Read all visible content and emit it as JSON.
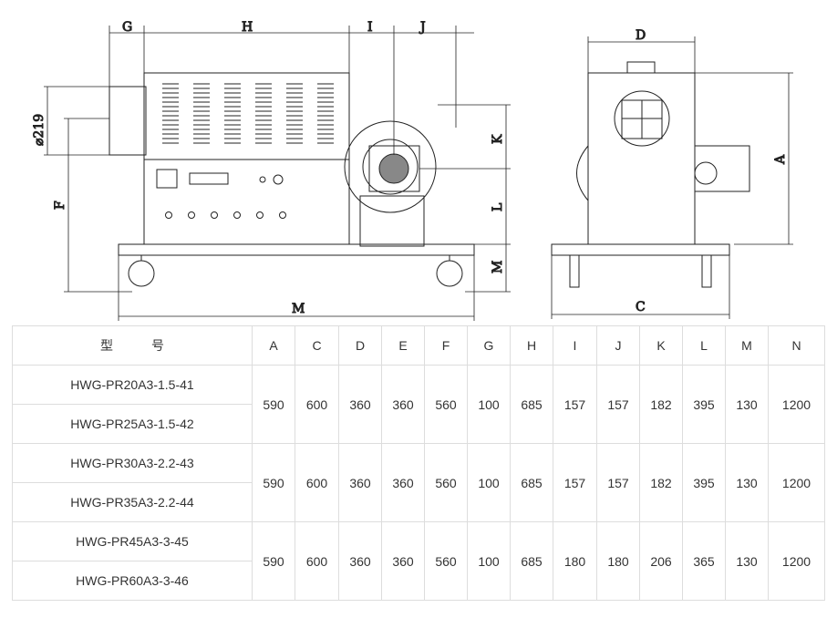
{
  "labels": {
    "G": "G",
    "H": "H",
    "I": "I",
    "J": "J",
    "K": "K",
    "L": "L",
    "M_side": "M",
    "F": "F",
    "dia": "⌀219",
    "M_bottom": "M",
    "D": "D",
    "A": "A",
    "C": "C"
  },
  "table": {
    "headers": [
      "型　　　号",
      "A",
      "C",
      "D",
      "E",
      "F",
      "G",
      "H",
      "I",
      "J",
      "K",
      "L",
      "M",
      "N"
    ],
    "groups": [
      {
        "models": [
          "HWG-PR20A3-1.5-41",
          "HWG-PR25A3-1.5-42"
        ],
        "values": [
          "590",
          "600",
          "360",
          "360",
          "560",
          "100",
          "685",
          "157",
          "157",
          "182",
          "395",
          "130",
          "1200"
        ]
      },
      {
        "models": [
          "HWG-PR30A3-2.2-43",
          "HWG-PR35A3-2.2-44"
        ],
        "values": [
          "590",
          "600",
          "360",
          "360",
          "560",
          "100",
          "685",
          "157",
          "157",
          "182",
          "395",
          "130",
          "1200"
        ]
      },
      {
        "models": [
          "HWG-PR45A3-3-45",
          "HWG-PR60A3-3-46"
        ],
        "values": [
          "590",
          "600",
          "360",
          "360",
          "560",
          "100",
          "685",
          "180",
          "180",
          "206",
          "365",
          "130",
          "1200"
        ]
      }
    ]
  }
}
